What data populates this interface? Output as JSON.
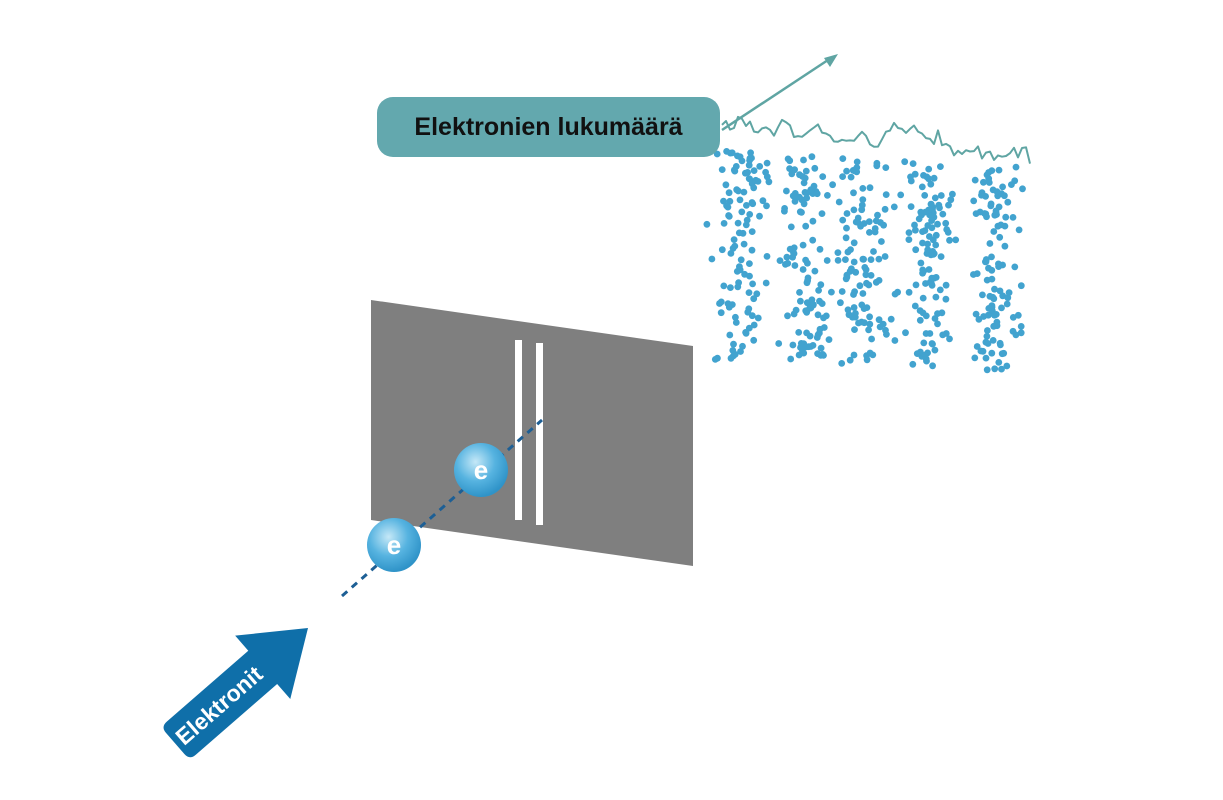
{
  "diagram": {
    "count_label": "Elektronien lukumäärä",
    "arrow_label": "Elektronit",
    "electron_symbol": "e"
  },
  "colors": {
    "screen": "#7f7f7f",
    "slit": "#ffffff",
    "arrow": "#0f6fa9",
    "electron": "#3fa5d8",
    "dots": "#42a3cf",
    "label_box": "#63a8ae",
    "graph_line": "#5fa5a3"
  }
}
